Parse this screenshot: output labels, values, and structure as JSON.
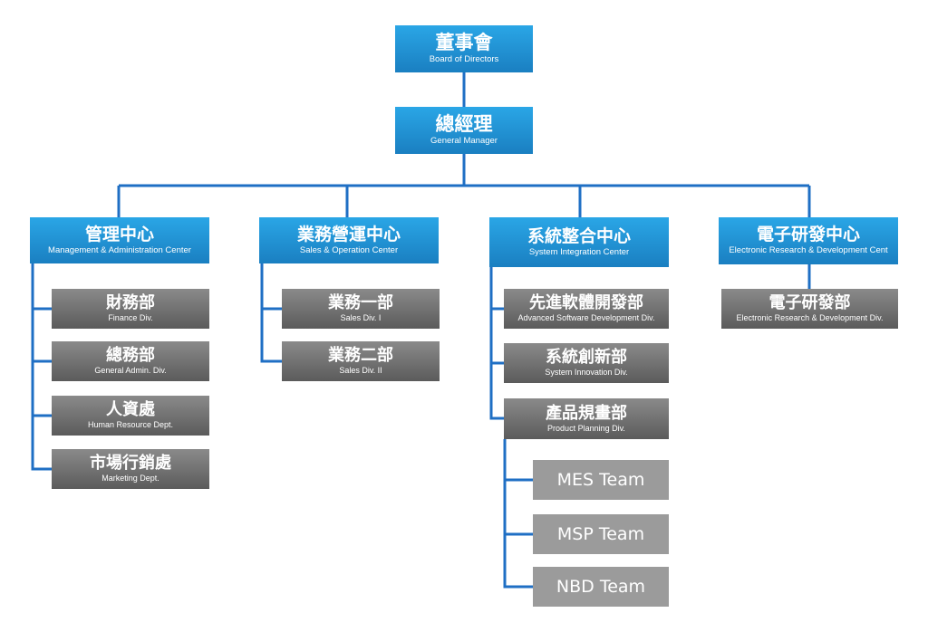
{
  "colors": {
    "blue": "#1f8fd6",
    "dark_gray": "#666666",
    "team_gray": "#9b9b9b",
    "line": "#1f6fc4"
  },
  "board": {
    "zh": "董事會",
    "en": "Board of Directors"
  },
  "gm": {
    "zh": "總經理",
    "en": "General Manager"
  },
  "centers": [
    {
      "zh": "管理中心",
      "en": "Management  & Administration Center",
      "divisions": [
        {
          "zh": "財務部",
          "en": "Finance Div."
        },
        {
          "zh": "總務部",
          "en": "General Admin. Div."
        },
        {
          "zh": "人資處",
          "en": "Human Resource Dept."
        },
        {
          "zh": "市場行銷處",
          "en": "Marketing Dept."
        }
      ]
    },
    {
      "zh": "業務營運中心",
      "en": "Sales & Operation Center",
      "divisions": [
        {
          "zh": "業務一部",
          "en": "Sales Div. I"
        },
        {
          "zh": "業務二部",
          "en": "Sales Div. II"
        }
      ]
    },
    {
      "zh": "系統整合中心",
      "en": "System Integration Center",
      "divisions": [
        {
          "zh": "先進軟體開發部",
          "en": "Advanced Software Development Div."
        },
        {
          "zh": "系統創新部",
          "en": "System Innovation Div."
        },
        {
          "zh": "產品規畫部",
          "en": "Product Planning Div."
        }
      ],
      "teams": [
        "MES Team",
        "MSP Team",
        "NBD Team"
      ]
    },
    {
      "zh": "電子研發中心",
      "en": "Electronic Research & Development Cent",
      "divisions": [
        {
          "zh": "電子研發部",
          "en": "Electronic Research & Development Div."
        }
      ]
    }
  ]
}
